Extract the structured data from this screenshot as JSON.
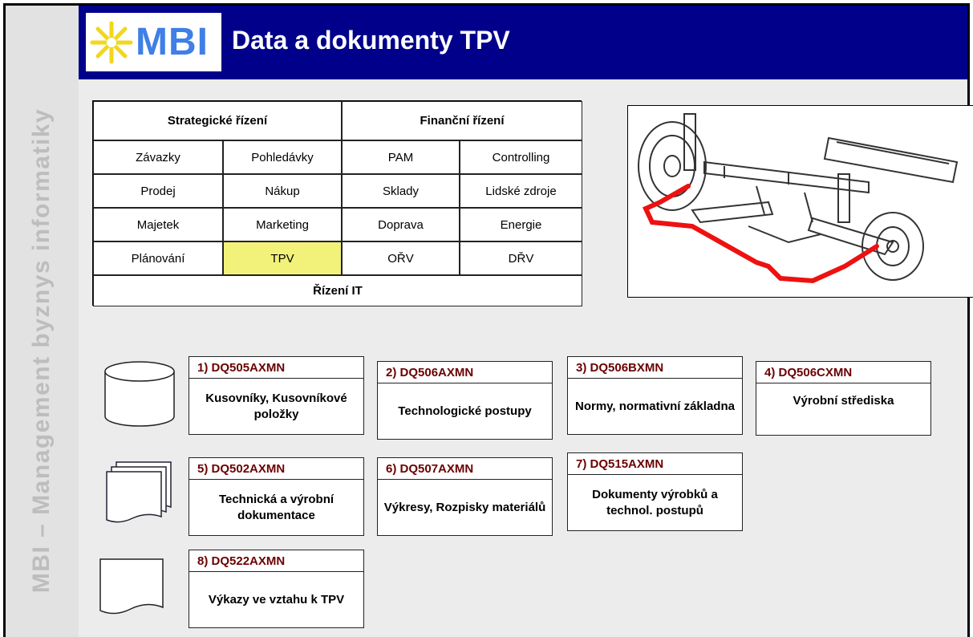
{
  "sidebar": {
    "text": "MBI – Management byznys informatiky"
  },
  "header": {
    "logo_text": "MBI",
    "title": "Data a dokumenty TPV"
  },
  "module_grid": {
    "strategic": "Strategické řízení",
    "financial": "Finanční řízení",
    "rows": [
      [
        "Závazky",
        "Pohledávky",
        "PAM",
        "Controlling"
      ],
      [
        "Prodej",
        "Nákup",
        "Sklady",
        "Lidské zdroje"
      ],
      [
        "Majetek",
        "Marketing",
        "Doprava",
        "Energie"
      ],
      [
        "Plánování",
        "TPV",
        "OŘV",
        "DŘV"
      ]
    ],
    "it": "Řízení IT",
    "highlighted": "TPV",
    "highlight_color": "#f2f27a"
  },
  "datasets": [
    {
      "code": "1) DQ505AXMN",
      "desc": "Kusovníky, Kusovníkové položky"
    },
    {
      "code": "2) DQ506AXMN",
      "desc": "Technologické postupy"
    },
    {
      "code": "3) DQ506BXMN",
      "desc": "Normy, normativní základna"
    },
    {
      "code": "4) DQ506CXMN",
      "desc": "Výrobní střediska"
    },
    {
      "code": "5) DQ502AXMN",
      "desc": "Technická a výrobní dokumentace"
    },
    {
      "code": "6) DQ507AXMN",
      "desc": "Výkresy, Rozpisky materiálů"
    },
    {
      "code": "7) DQ515AXMN",
      "desc": "Dokumenty výrobků a technol. postupů"
    },
    {
      "code": "8) DQ522AXMN",
      "desc": "Výkazy  ve vztahu k TPV"
    }
  ],
  "icons": {
    "row1": "database-icon",
    "row2": "multi-document-icon",
    "row3": "document-icon",
    "image": "car-suspension-image"
  },
  "colors": {
    "header_bg": "#00008b",
    "logo_text": "#3f7fe6",
    "code_text": "#6b0000"
  }
}
